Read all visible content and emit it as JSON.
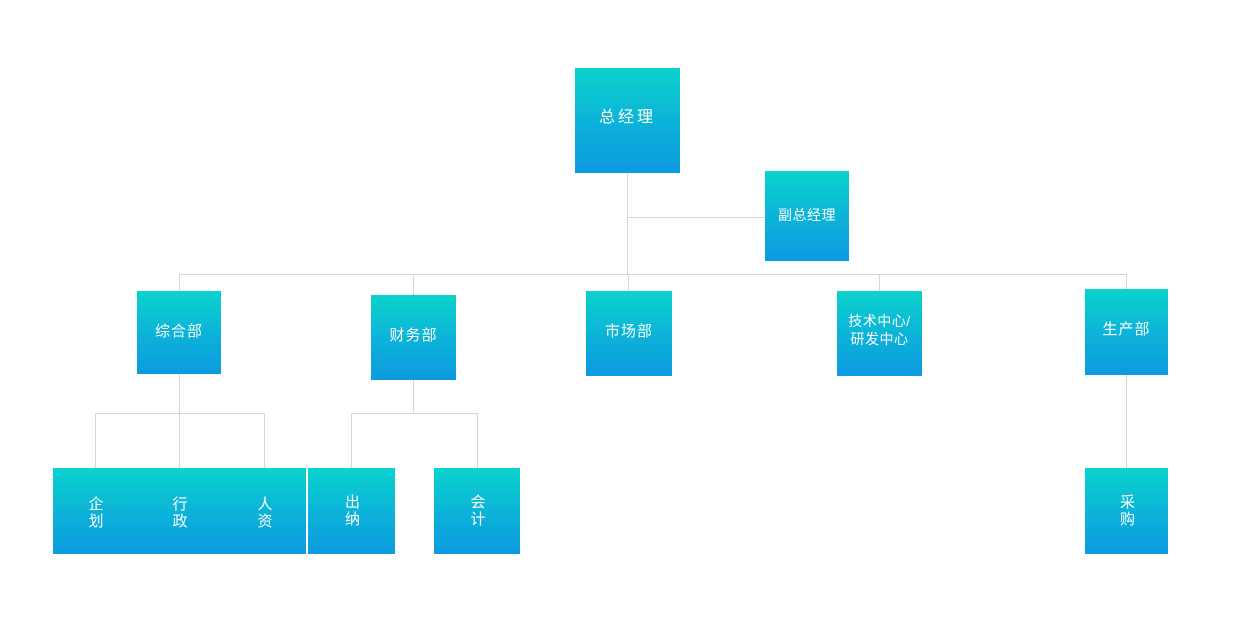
{
  "chart": {
    "type": "org-chart",
    "title": "",
    "line_color": "#d6d6d6",
    "node_gradient_top": "#0ad3cc",
    "node_gradient_bottom": "#0d9ae0",
    "text_color": "#ffffff",
    "background": "#ffffff"
  },
  "nodes": {
    "general_manager": "总经理",
    "deputy_general_manager": "副总经理",
    "general_affairs_dept": "综合部",
    "finance_dept": "财务部",
    "marketing_dept": "市场部",
    "tech_rd_center": "技术中心/\n研发中心",
    "production_dept": "生产部",
    "planning": "企划",
    "administration": "行政",
    "human_resources": "人资",
    "cashier": "出纳",
    "accounting": "会计",
    "procurement": "采购"
  },
  "hierarchy": {
    "level_1": [
      "总经理"
    ],
    "level_1_side": [
      "副总经理"
    ],
    "level_2": [
      "综合部",
      "财务部",
      "市场部",
      "技术中心/研发中心",
      "生产部"
    ],
    "level_3": [
      "企划",
      "行政",
      "人资",
      "出纳",
      "会计",
      "采购"
    ],
    "edges": [
      {
        "from": "总经理",
        "to": "副总经理"
      },
      {
        "from": "总经理",
        "to": "综合部"
      },
      {
        "from": "总经理",
        "to": "财务部"
      },
      {
        "from": "总经理",
        "to": "市场部"
      },
      {
        "from": "总经理",
        "to": "技术中心/研发中心"
      },
      {
        "from": "总经理",
        "to": "生产部"
      },
      {
        "from": "综合部",
        "to": "企划"
      },
      {
        "from": "综合部",
        "to": "行政"
      },
      {
        "from": "综合部",
        "to": "人资"
      },
      {
        "from": "财务部",
        "to": "出纳"
      },
      {
        "from": "财务部",
        "to": "会计"
      },
      {
        "from": "生产部",
        "to": "采购"
      }
    ]
  }
}
